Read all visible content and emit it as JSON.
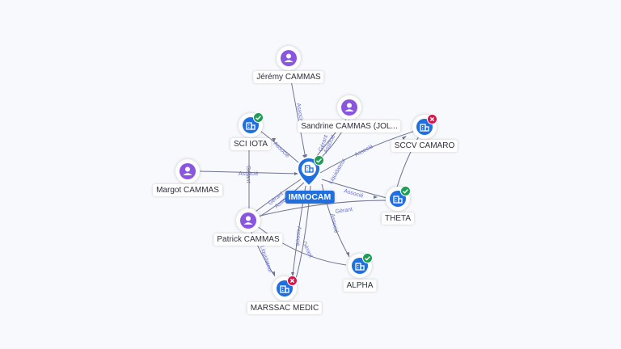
{
  "colors": {
    "company": "#1f6fe0",
    "person": "#8a56e0",
    "active": "#1f9d55",
    "closed": "#d6154a",
    "edge": "#6e7392",
    "edge_label": "#6a6fd0",
    "background": "#f7f9fc"
  },
  "focus": {
    "label": "IMMOCAM"
  },
  "nodes": {
    "jeremy": {
      "label": "Jérémy CAMMAS",
      "kind": "person"
    },
    "sandrine": {
      "label": "Sandrine CAMMAS (JOL...",
      "kind": "person"
    },
    "margot": {
      "label": "Margot CAMMAS",
      "kind": "person"
    },
    "patrick": {
      "label": "Patrick CAMMAS",
      "kind": "person"
    },
    "sci_iota": {
      "label": "SCI IOTA",
      "kind": "company",
      "status": "active"
    },
    "sccv_camaro": {
      "label": "SCCV CAMARO",
      "kind": "company",
      "status": "closed"
    },
    "theta": {
      "label": "THETA",
      "kind": "company",
      "status": "active"
    },
    "alpha": {
      "label": "ALPHA",
      "kind": "company",
      "status": "active"
    },
    "marssac": {
      "label": "MARSSAC MEDIC",
      "kind": "company",
      "status": "closed"
    }
  },
  "edge_labels": {
    "jeremy": "Associé",
    "sandrine_1": "Gérant",
    "sandrine_2": "Associé",
    "sci_iota": "Associé",
    "sccv": "Associé",
    "margot": "Associé",
    "sci_patrick": "Gérant",
    "patrick_1": "Gérant",
    "patrick_2": "Associé",
    "theta": "Associé",
    "liquidateur": "Liquidateur",
    "gerant_theta": "Gérant",
    "alpha": "Associé",
    "marssac_1": "Associé",
    "marssac_2": "Gérant",
    "patrick_marssac": "Liquidateur"
  }
}
